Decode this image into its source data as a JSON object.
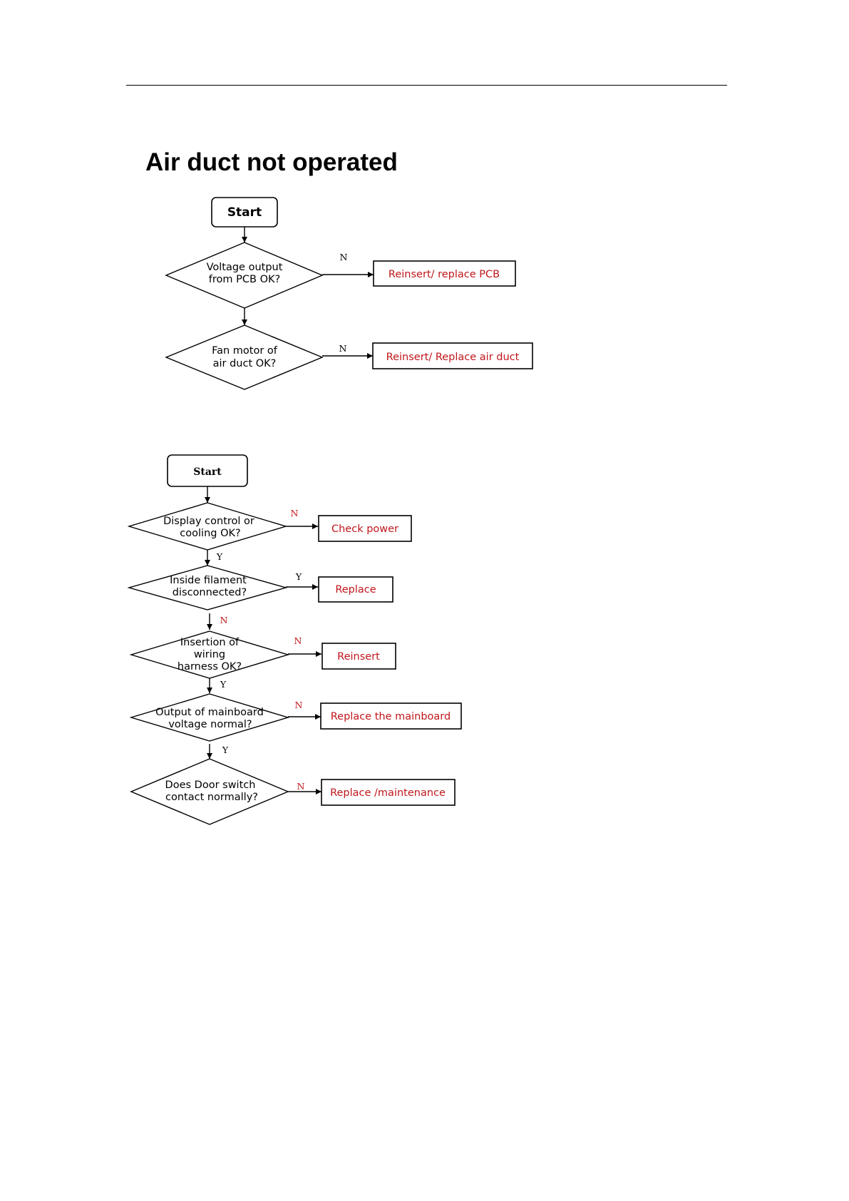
{
  "page_title": "Air duct not operated",
  "flow1": {
    "start": "Start",
    "decision1": {
      "line1": "Voltage output",
      "line2": "from PCB OK?",
      "branch": "N",
      "action": "Reinsert/ replace PCB"
    },
    "decision2": {
      "line1": "Fan motor of",
      "line2": "air duct OK?",
      "branch": "N",
      "action": "Reinsert/ Replace air duct"
    }
  },
  "flow2": {
    "start": "Start",
    "decision1": {
      "line1": "Display control or",
      "line2": "cooling OK?",
      "branch": "N",
      "down": "Y",
      "action": "Check power"
    },
    "decision2": {
      "line1": "Inside filament",
      "line2": "disconnected?",
      "branch": "Y",
      "down": "N",
      "action": "Replace"
    },
    "decision3": {
      "line1": "Insertion of",
      "line2": "wiring",
      "line3": "harness OK?",
      "branch": "N",
      "down": "Y",
      "action": "Reinsert"
    },
    "decision4": {
      "line1": "Output of mainboard",
      "line2": "voltage normal?",
      "branch": "N",
      "down": "Y",
      "action": "Replace the mainboard"
    },
    "decision5": {
      "line1": "Does Door switch",
      "line2": "contact normally?",
      "branch": "N",
      "action": "Replace /maintenance"
    }
  }
}
